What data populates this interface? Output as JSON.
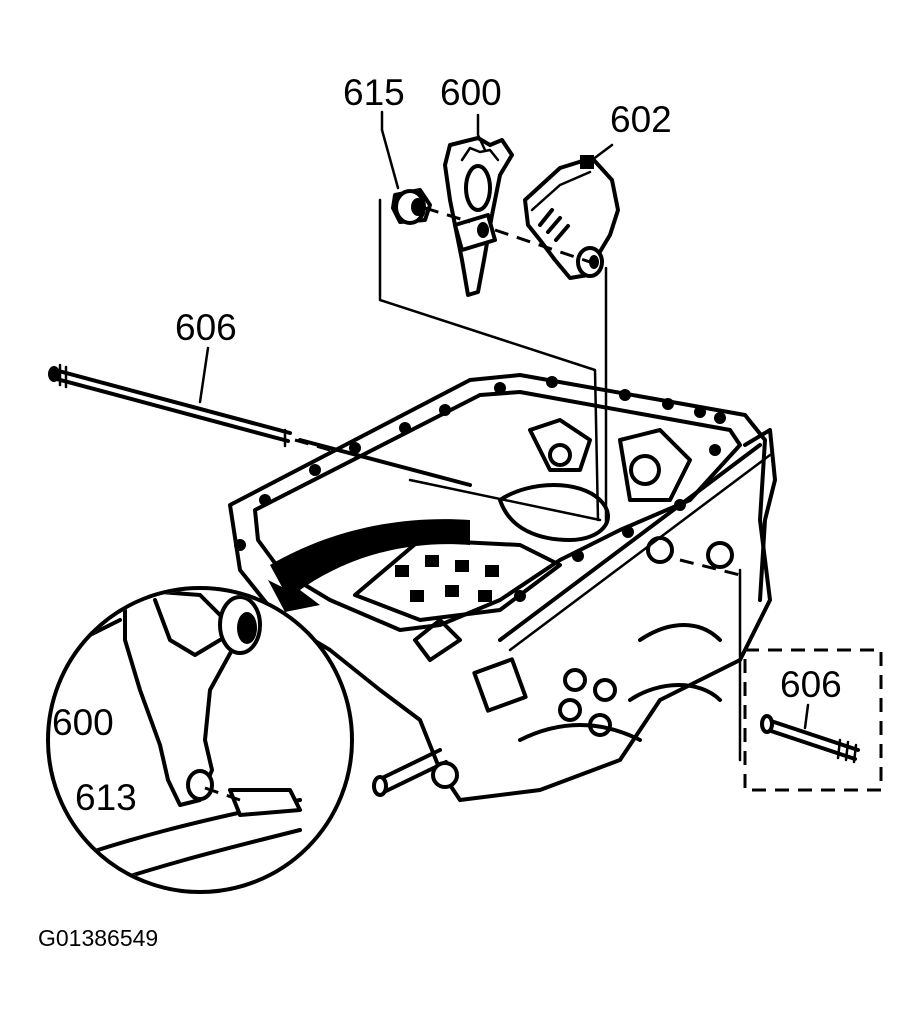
{
  "callouts": {
    "part_615": "615",
    "part_600_top": "600",
    "part_602": "602",
    "part_606_left": "606",
    "part_606_right": "606",
    "part_600_detail": "600",
    "part_613": "613"
  },
  "figure_id": "G01386549",
  "colors": {
    "ink": "#000000",
    "paper": "#ffffff"
  }
}
